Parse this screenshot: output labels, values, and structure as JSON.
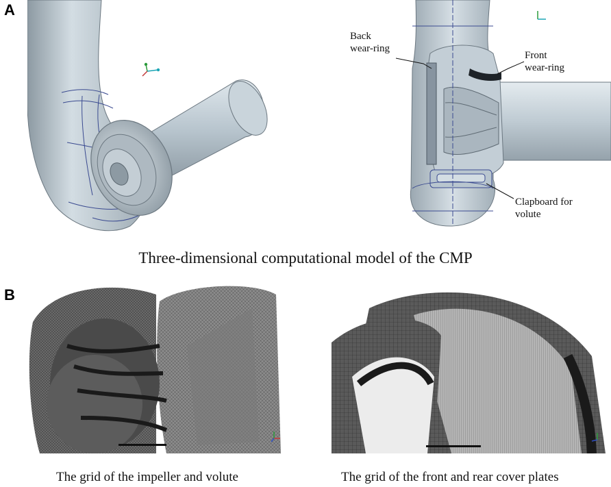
{
  "panels": {
    "a": {
      "letter": "A",
      "annotations": {
        "back_line1": "Back",
        "back_line2": "wear-ring",
        "front_line1": "Front",
        "front_line2": "wear-ring",
        "clap_line1": "Clapboard for",
        "clap_line2": "volute"
      },
      "caption": "Three-dimensional computational model of the CMP"
    },
    "b": {
      "letter": "B",
      "caption_left": "The grid of the impeller and volute",
      "caption_right": "The grid of the front and rear cover plates"
    }
  },
  "colors": {
    "model_fill": "#b9c6cf",
    "model_edge": "#3a4a90",
    "mesh_dark": "#2f2f2f",
    "mesh_mid": "#5a5a5a"
  }
}
